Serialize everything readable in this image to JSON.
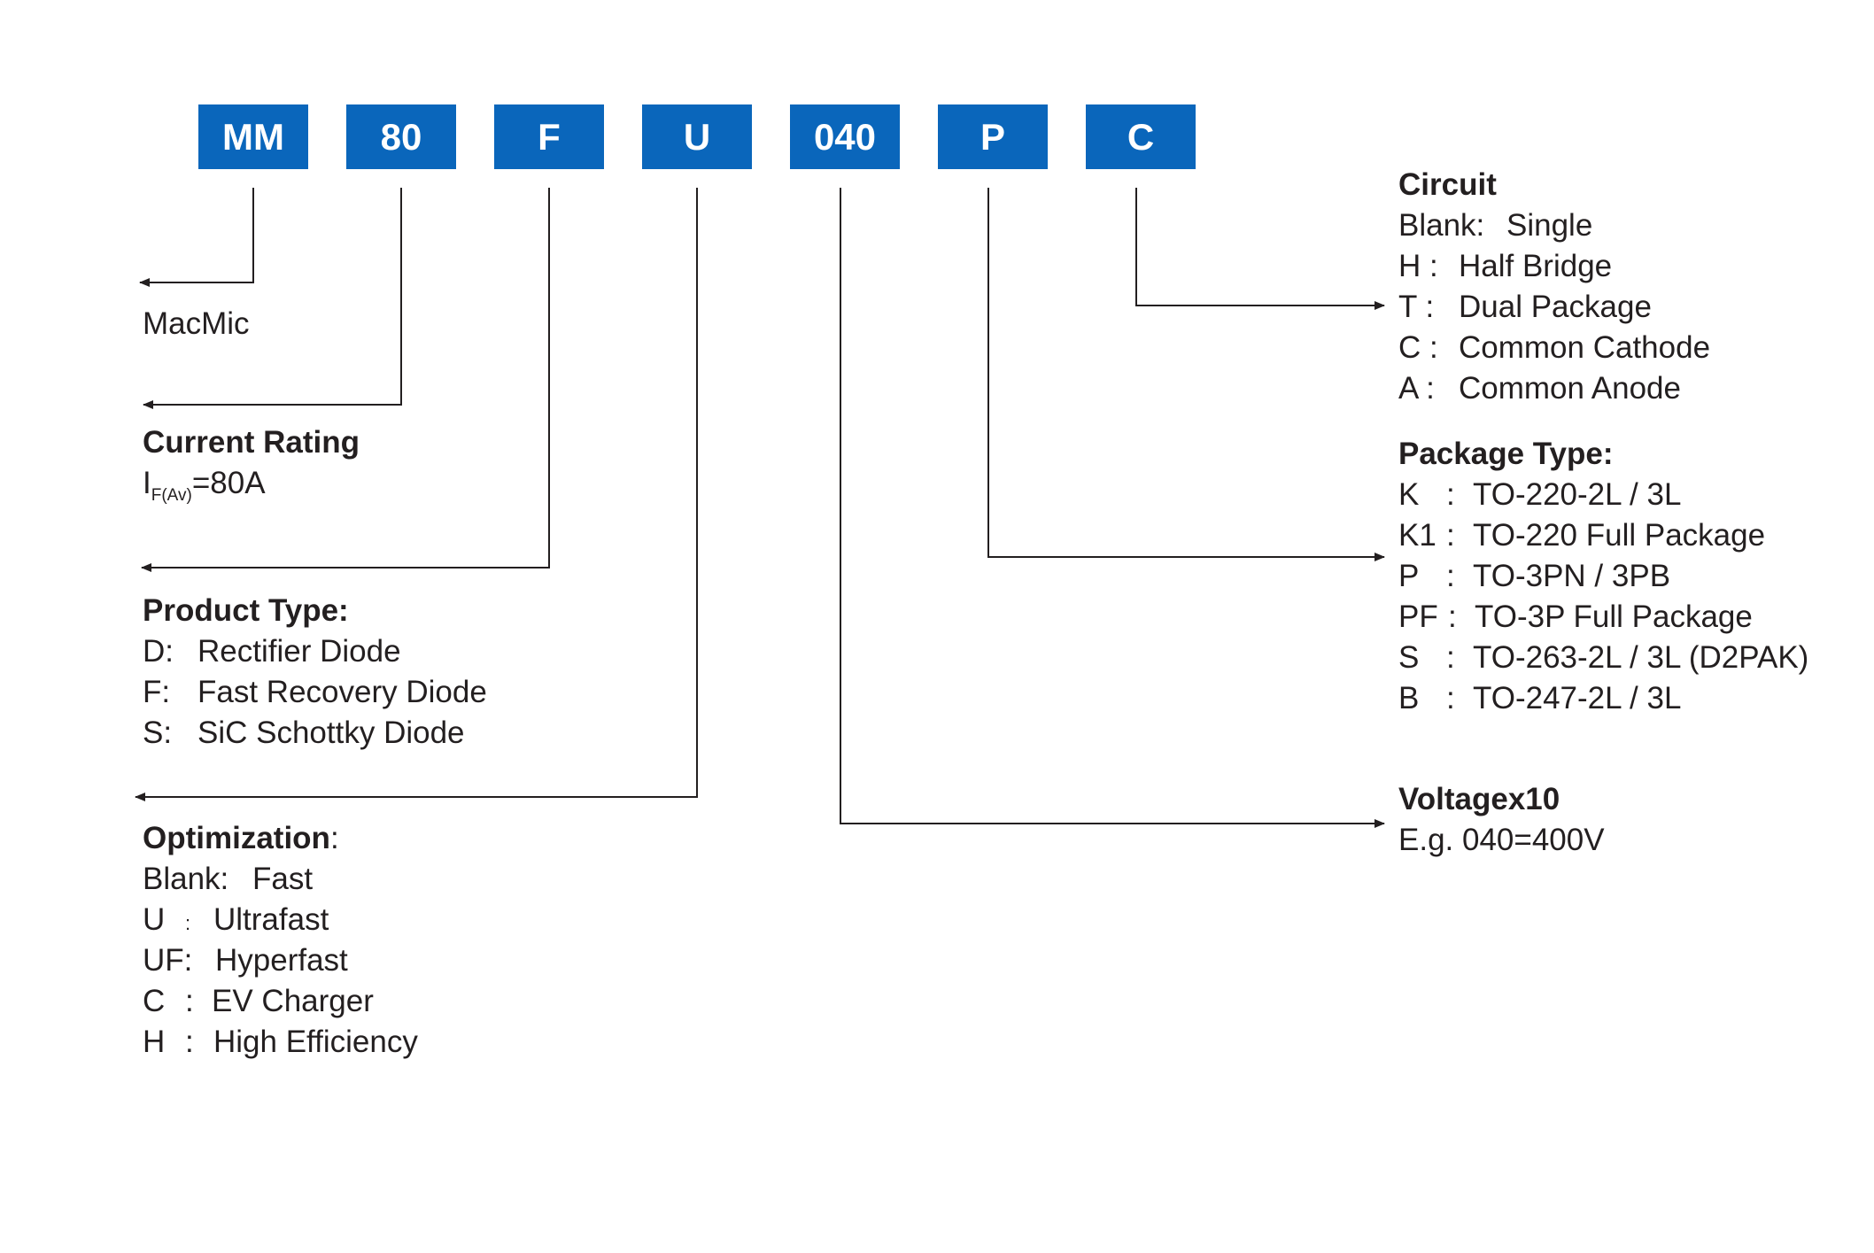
{
  "codes": [
    "MM",
    "80",
    "F",
    "U",
    "040",
    "P",
    "C"
  ],
  "brand": {
    "text": "MacMic"
  },
  "current": {
    "title": "Current Rating",
    "symbol": "I",
    "subscript": "F(Av)",
    "value": "=80A"
  },
  "product": {
    "title": "Product Type:",
    "items": [
      {
        "key": "D:",
        "value": "Rectifier Diode"
      },
      {
        "key": "F:",
        "value": "Fast Recovery Diode"
      },
      {
        "key": "S:",
        "value": "SiC Schottky Diode"
      }
    ]
  },
  "optimization": {
    "title": "Optimization",
    "title_colon": ":",
    "items": [
      {
        "key": "Blank:",
        "value": "Fast"
      },
      {
        "key": "U",
        "sep": ":",
        "value": "Ultrafast"
      },
      {
        "key": "UF:",
        "value": "Hyperfast"
      },
      {
        "key": "C",
        "sep": ":",
        "value": "EV Charger"
      },
      {
        "key": "H",
        "sep": ":",
        "value": "High Efficiency"
      }
    ]
  },
  "circuit": {
    "title": "Circuit",
    "items": [
      {
        "key": "Blank:",
        "value": "Single"
      },
      {
        "key": "H :",
        "value": "Half Bridge"
      },
      {
        "key": "T :",
        "value": "Dual Package"
      },
      {
        "key": "C :",
        "value": "Common Cathode"
      },
      {
        "key": "A :",
        "value": "Common Anode"
      }
    ]
  },
  "package": {
    "title": "Package Type:",
    "items": [
      {
        "key": "K",
        "sep": ":",
        "value": "TO-220-2L / 3L"
      },
      {
        "key": "K1",
        "sep": ":",
        "value": "TO-220 Full Package"
      },
      {
        "key": "P",
        "sep": ":",
        "value": "TO-3PN / 3PB"
      },
      {
        "key": "PF",
        "sep": ":",
        "value": "TO-3P Full Package"
      },
      {
        "key": "S",
        "sep": ":",
        "value": "TO-263-2L / 3L (D2PAK)"
      },
      {
        "key": "B",
        "sep": ":",
        "value": "TO-247-2L / 3L"
      }
    ]
  },
  "voltage": {
    "title": "Voltagex10",
    "example": "E.g. 040=400V"
  }
}
